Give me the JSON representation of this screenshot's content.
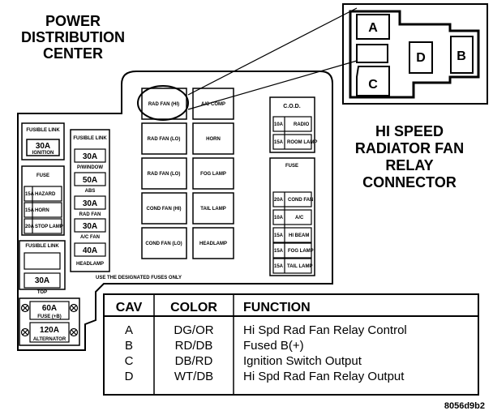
{
  "pdc_title": [
    "POWER",
    "DISTRIBUTION",
    "CENTER"
  ],
  "connector_title": [
    "HI SPEED",
    "RADIATOR FAN",
    "RELAY",
    "CONNECTOR"
  ],
  "connector_cavities": [
    "A",
    "B",
    "C",
    "D"
  ],
  "fusible_link_1": {
    "header": "FUSIBLE LINK",
    "amp": "30A",
    "name": "IGNITION"
  },
  "fuse_block_left": {
    "header": "FUSE",
    "rows": [
      {
        "amp": "15A",
        "name": "HAZARD"
      },
      {
        "amp": "15A",
        "name": "HORN"
      },
      {
        "amp": "20A",
        "name": "STOP LAMP"
      }
    ]
  },
  "fusible_link_2": {
    "header": "FUSIBLE LINK",
    "amp": "30A",
    "name": "TOP"
  },
  "fusible_link_center": {
    "header": "FUSIBLE LINK",
    "rows": [
      {
        "amp": "30A",
        "name": "P/WINDOW"
      },
      {
        "amp": "50A",
        "name": "ABS"
      },
      {
        "amp": "30A",
        "name": "RAD FAN"
      },
      {
        "amp": "30A",
        "name": "A/C FAN"
      },
      {
        "amp": "40A",
        "name": "HEADLAMP"
      }
    ]
  },
  "bottom_fuses": [
    {
      "amp": "60A",
      "name": "FUSE (+B)"
    },
    {
      "amp": "120A",
      "name": "ALTERNATOR"
    }
  ],
  "relays_left": [
    "RAD FAN (HI)",
    "RAD FAN (LO)",
    "RAD FAN (LO)",
    "COND FAN (HI)",
    "COND FAN (LO)"
  ],
  "relays_right": [
    "A/C COMP",
    "HORN",
    "FOG LAMP",
    "TAIL LAMP",
    "HEADLAMP"
  ],
  "cod": {
    "header": "C.O.D.",
    "rows": [
      {
        "amp": "10A",
        "name": "RADIO"
      },
      {
        "amp": "15A",
        "name": "ROOM LAMP"
      }
    ]
  },
  "fuse_block_right": {
    "header": "FUSE",
    "rows": [
      {
        "amp": "20A",
        "name": "COND FAN"
      },
      {
        "amp": "10A",
        "name": "A/C"
      },
      {
        "amp": "15A",
        "name": "HI BEAM"
      },
      {
        "amp": "15A",
        "name": "FOG LAMP"
      },
      {
        "amp": "15A",
        "name": "TAIL LAMP"
      }
    ]
  },
  "note": "USE THE DESIGNATED FUSES ONLY",
  "table": {
    "headers": [
      "CAV",
      "COLOR",
      "FUNCTION"
    ],
    "rows": [
      {
        "cav": "A",
        "color": "DG/OR",
        "function": "Hi Spd Rad Fan Relay Control"
      },
      {
        "cav": "B",
        "color": "RD/DB",
        "function": "Fused B(+)"
      },
      {
        "cav": "C",
        "color": "DB/RD",
        "function": "Ignition Switch Output"
      },
      {
        "cav": "D",
        "color": "WT/DB",
        "function": "Hi Spd Rad Fan Relay Output"
      }
    ]
  },
  "figure_id": "8056d9b2"
}
